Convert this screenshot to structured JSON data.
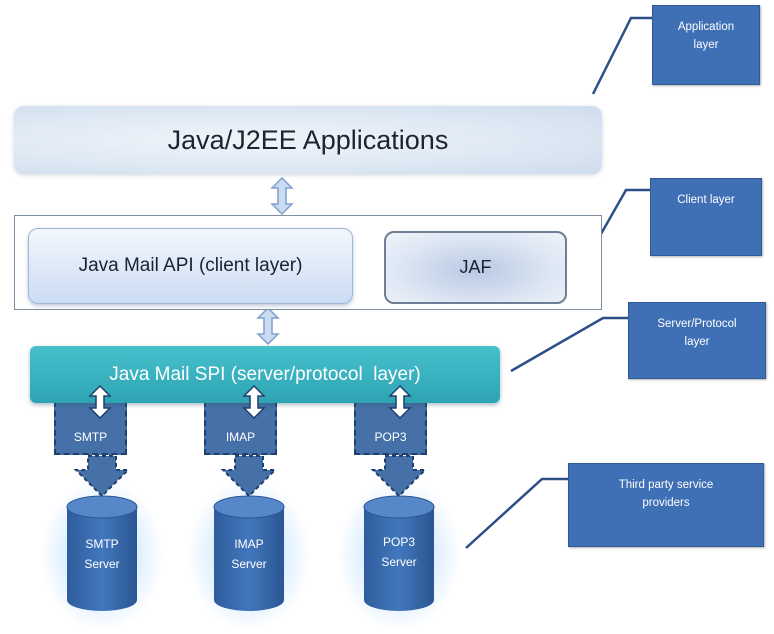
{
  "app_layer": {
    "label": "Java/J2EE Applications"
  },
  "client_layer": {
    "api_label": "Java Mail API (client layer)",
    "jaf_label": "JAF"
  },
  "spi_layer": {
    "label": "Java Mail SPI (server/protocol  layer)"
  },
  "protocols": [
    "SMTP",
    "IMAP",
    "POP3"
  ],
  "servers": [
    {
      "line1": "SMTP",
      "line2": "Server"
    },
    {
      "line1": "IMAP",
      "line2": "Server"
    },
    {
      "line1": "POP3",
      "line2": "Server"
    }
  ],
  "callouts": {
    "application": {
      "line1": "Application",
      "line2": "layer"
    },
    "client": {
      "line1": "Client layer"
    },
    "server": {
      "line1": "Server/Protocol",
      "line2": "layer"
    },
    "third_party": {
      "line1": "Third party service",
      "line2": "providers"
    }
  },
  "colors": {
    "callout_fill": "#3f6fb5",
    "spi_fill": "#3bb3c1",
    "protocol_fill": "#4670a8",
    "cylinder_fill": "#3a6cad",
    "arrow_fill": "#c9dcf2"
  }
}
